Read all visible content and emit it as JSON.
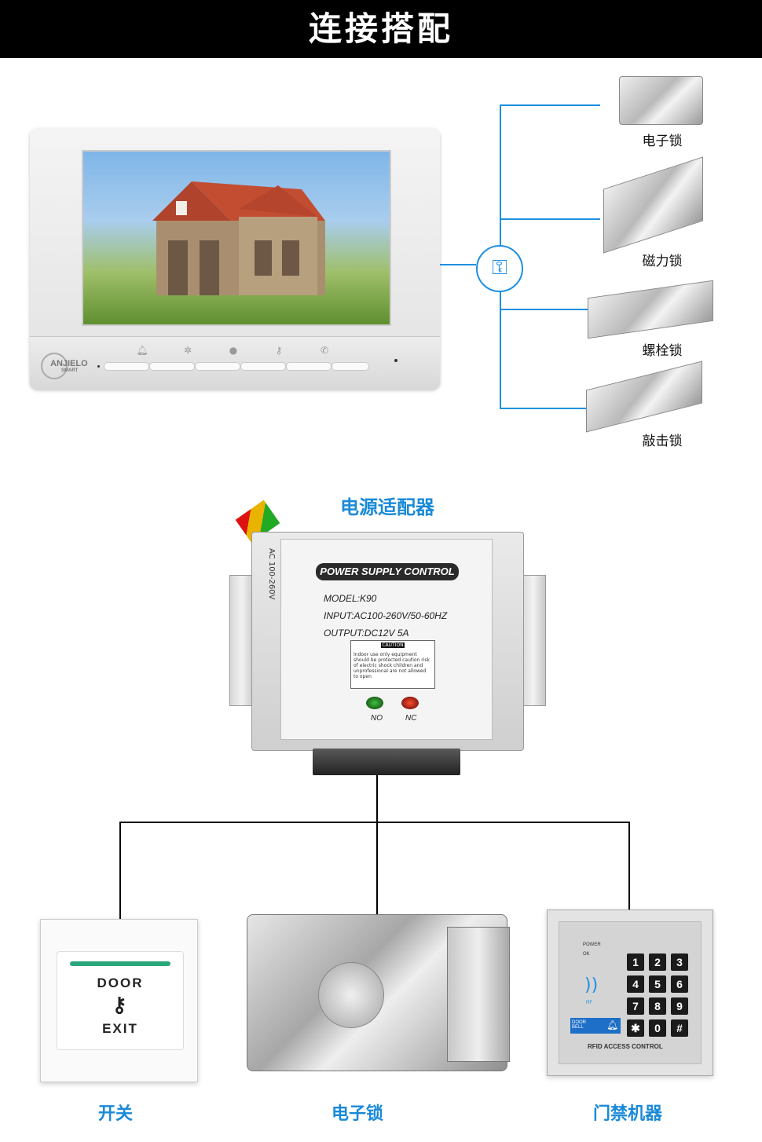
{
  "header": {
    "title": "连接搭配"
  },
  "monitor": {
    "brand": "ANJIELO",
    "brand_sub": "SMART"
  },
  "lock_options": [
    {
      "label": "电子锁"
    },
    {
      "label": "磁力锁"
    },
    {
      "label": "螺栓锁"
    },
    {
      "label": "敲击锁"
    }
  ],
  "power_supply": {
    "heading": "电源适配器",
    "side_text": "AC 100-260V",
    "title": "POWER SUPPLY CONTROL",
    "model": "MODEL:K90",
    "input": "INPUT:AC100-260V/50-60HZ",
    "output": "OUTPUT:DC12V  5A",
    "caution_title": "CAUTION",
    "caution_text": "Indoor use only equipment should be protected caution risk of electric shock children and unprofessional are not allowed to open",
    "led_no": "NO",
    "led_nc": "NC"
  },
  "devices": [
    {
      "label": "开关"
    },
    {
      "label": "电子锁"
    },
    {
      "label": "门禁机器"
    }
  ],
  "exit_button": {
    "top": "DOOR",
    "bottom": "EXIT"
  },
  "keypad": {
    "keys": [
      "1",
      "2",
      "3",
      "4",
      "5",
      "6",
      "7",
      "8",
      "9",
      "✱",
      "0",
      "#"
    ],
    "power": "POWER",
    "ok": "OK",
    "doorbell": "DOOR BELL",
    "rf": "RF",
    "caption": "RFID ACCESS CONTROL"
  },
  "colors": {
    "accent": "#1e90e0",
    "header_bg": "#000000"
  }
}
